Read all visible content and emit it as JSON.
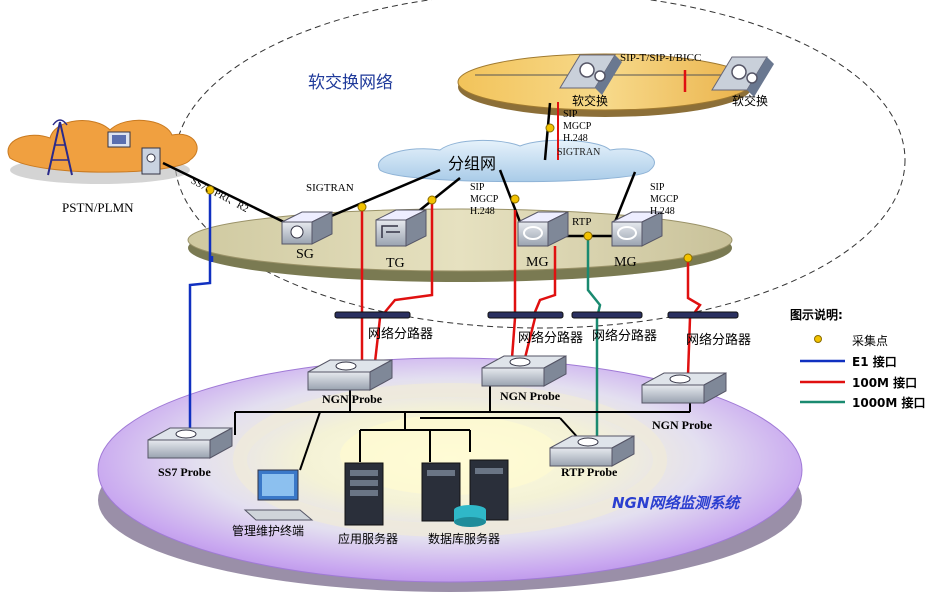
{
  "labels": {
    "softswitch_network": "软交换网络",
    "pstn": "PSTN/PLMN",
    "ss7_pri": "SS7、PRI、R2",
    "sigtran": "SIGTRAN",
    "sip_top_bar": "SIP-T/SIP-I/BICC",
    "softswitch_a": "软交换",
    "softswitch_b": "软交换",
    "proto_top": [
      "SIP",
      "MGCP",
      "H.248",
      "SIGTRAN"
    ],
    "packet_network": "分组网",
    "proto_left": [
      "SIP",
      "MGCP",
      "H.248"
    ],
    "proto_right": [
      "SIP",
      "MGCP",
      "H.248"
    ],
    "rtp": "RTP",
    "sg": "SG",
    "tg": "TG",
    "mg1": "MG",
    "mg2": "MG",
    "splitter_1": "网络分路器",
    "splitter_2": "网络分路器",
    "splitter_3": "网络分路器",
    "splitter_4": "网络分路器",
    "probe_ngn_1": "NGN Probe",
    "probe_ngn_2": "NGN Probe",
    "probe_ngn_3": "NGN Probe",
    "probe_ss7": "SS7 Probe",
    "probe_rtp": "RTP Probe",
    "terminal": "管理维护终端",
    "app_server": "应用服务器",
    "db_server": "数据库服务器",
    "ngn_system": "NGN网络监测系统"
  },
  "legend": {
    "title": "图示说明:",
    "items": [
      {
        "label": "采集点",
        "color": "#f2c200"
      },
      {
        "label": "E1 接口",
        "color": "#1030c0"
      },
      {
        "label": "100M 接口",
        "color": "#e01010"
      },
      {
        "label": "1000M 接口",
        "color": "#1a8a70"
      }
    ]
  }
}
